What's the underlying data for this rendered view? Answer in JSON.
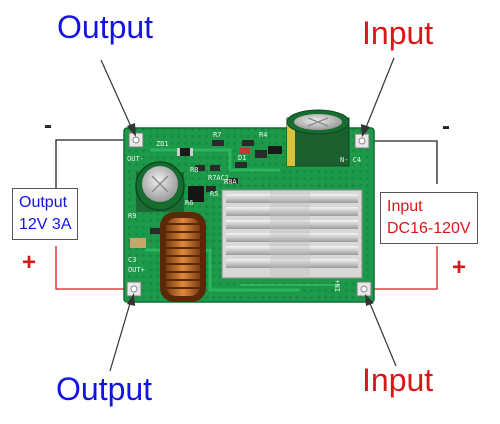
{
  "labels": {
    "output_top": "Output",
    "input_top": "Input",
    "output_bottom": "Output",
    "input_bottom": "Input"
  },
  "signs": {
    "output_minus": "-",
    "input_minus": "-",
    "output_plus": "+",
    "input_plus": "+"
  },
  "output_box": {
    "line1": "Output",
    "line2": "12V 3A"
  },
  "input_box": {
    "line1": "Input",
    "line2": "DC16-120V"
  },
  "pcb_silkscreen": {
    "zd1": "ZD1",
    "r7": "R7",
    "r4": "R4",
    "out_minus": "OUT-",
    "c4": "N- C4",
    "d1": "D1",
    "r5": "R5",
    "r6": "R6",
    "c3": "C3",
    "out_plus": "OUT+",
    "in_plus": "IN+",
    "r7ac1": "R7AC1",
    "r8": "R8",
    "r8a": "R8A",
    "r9": "R9"
  },
  "colors": {
    "output_text": "#1414e0",
    "input_text": "#d81818",
    "pcb_green": "#1c9a4a",
    "wire_negative": "#222222",
    "wire_positive": "#e01818"
  }
}
